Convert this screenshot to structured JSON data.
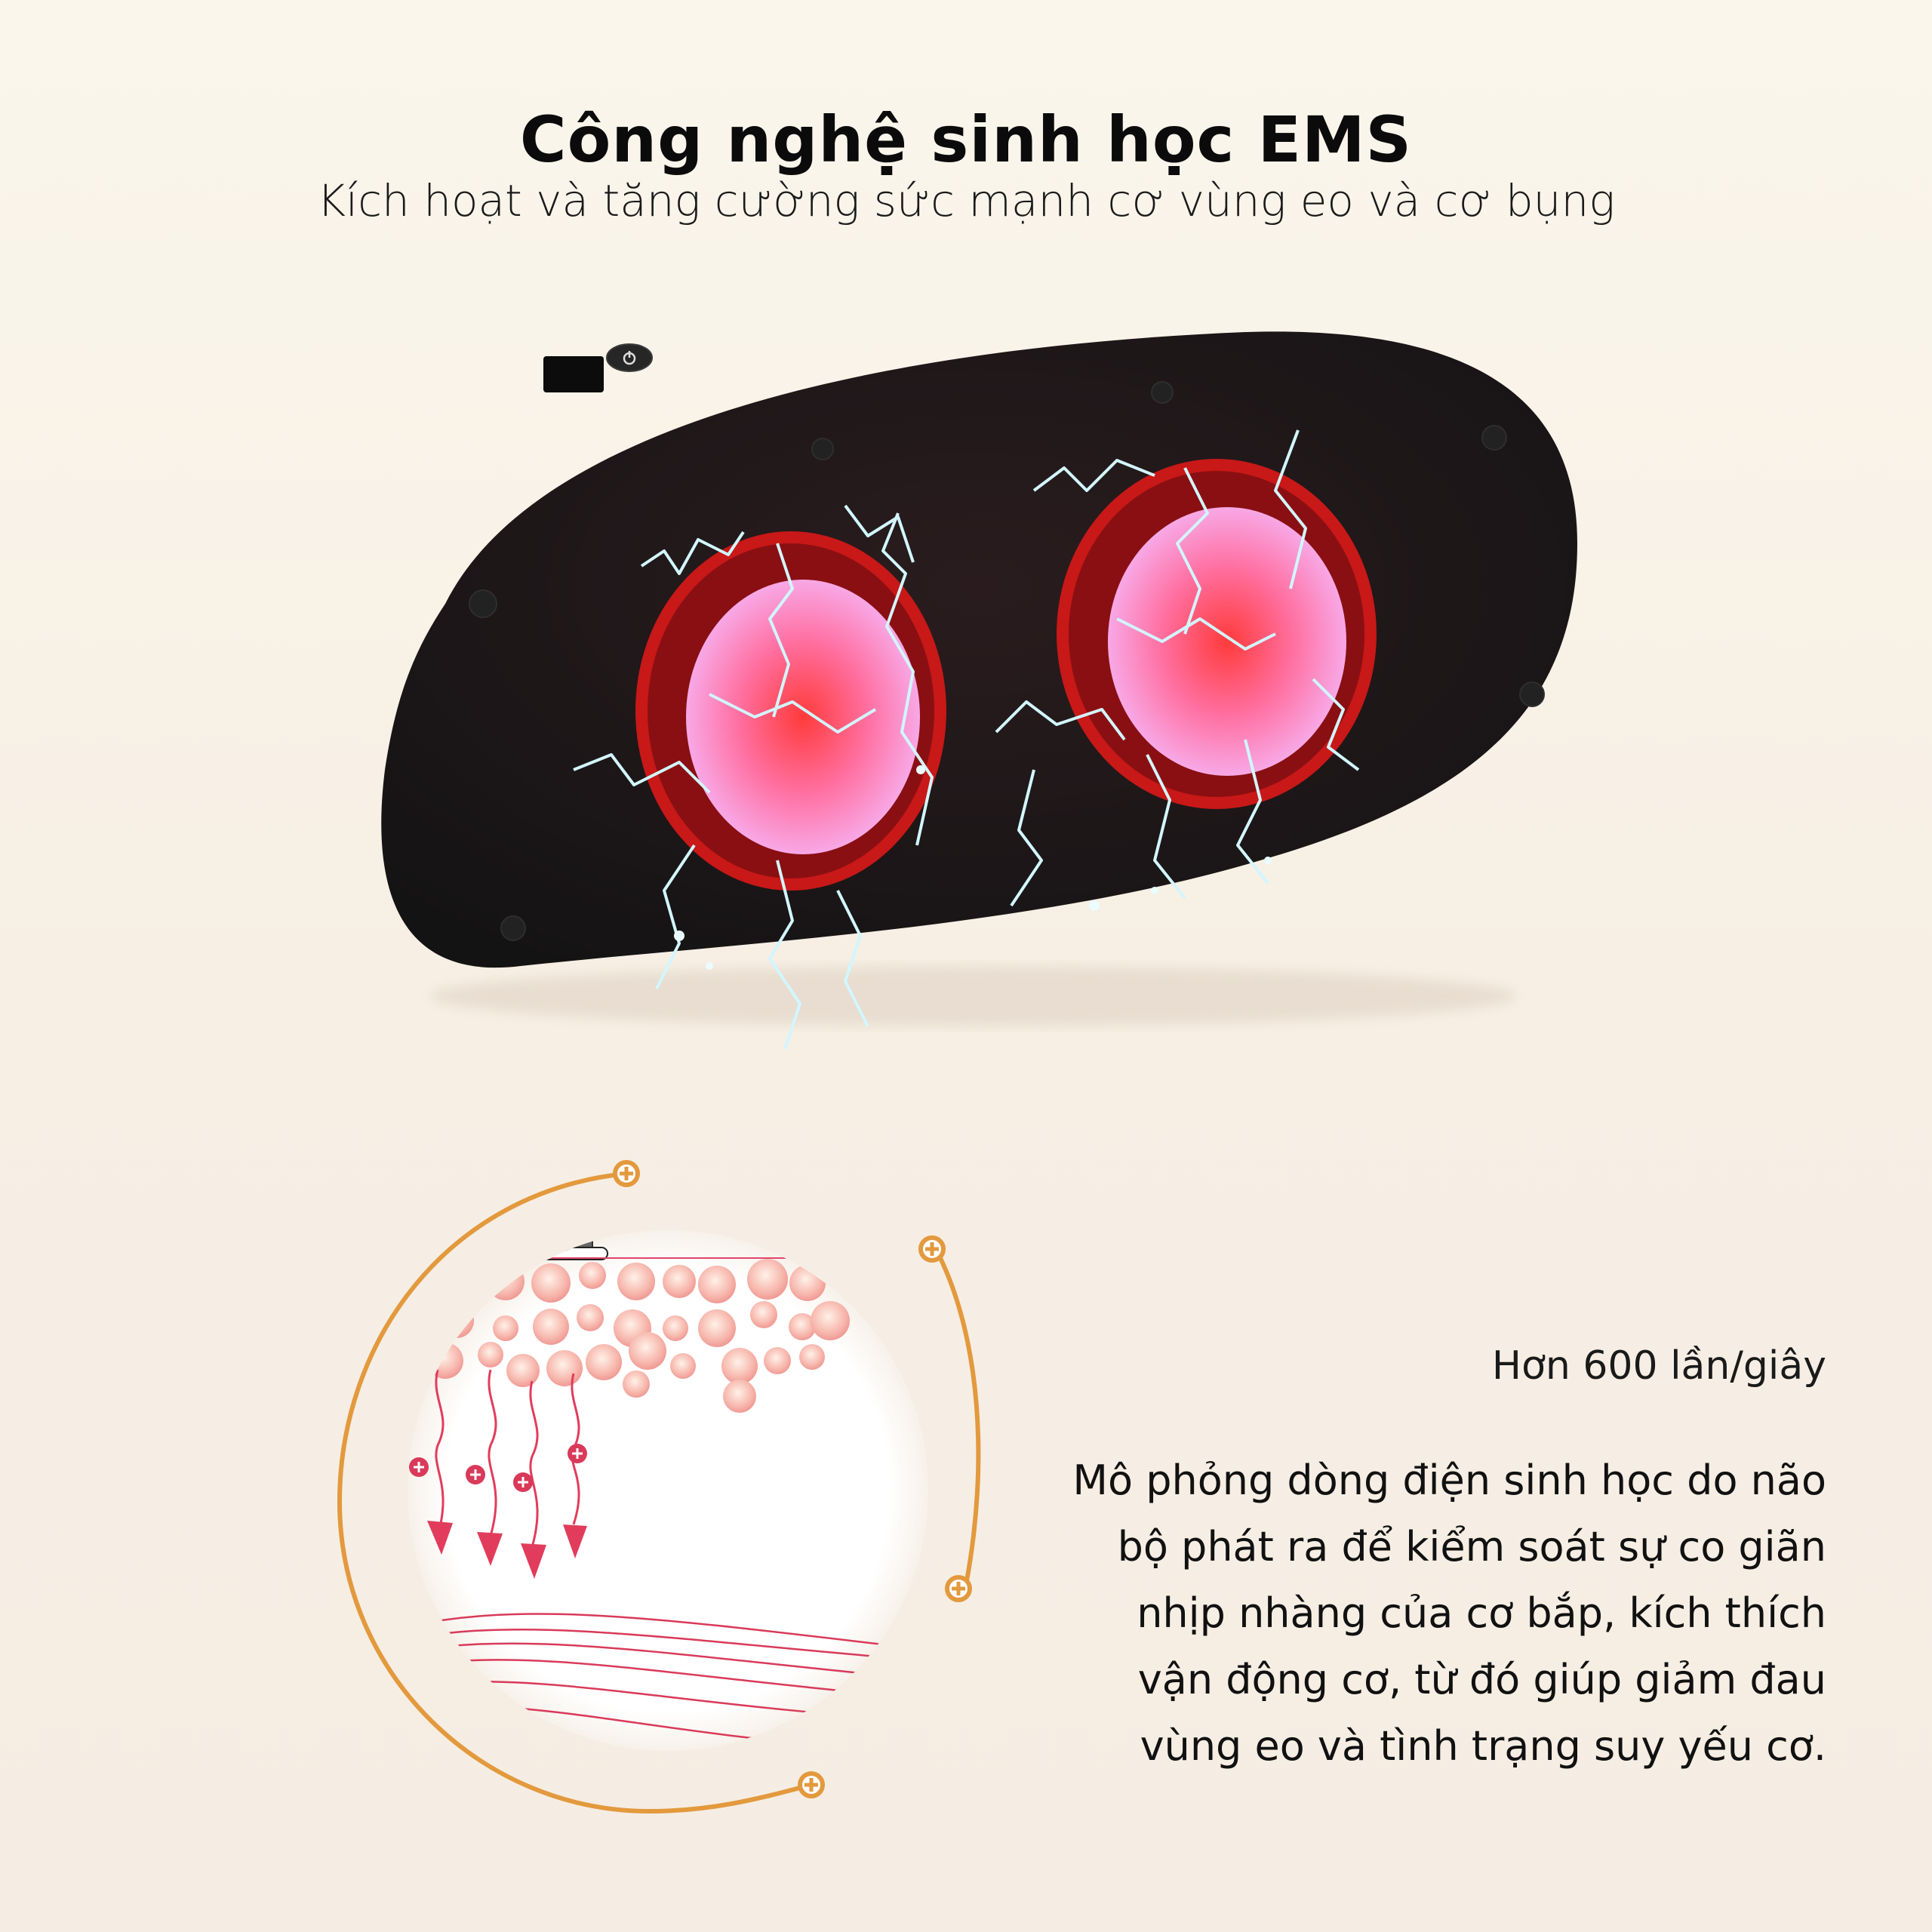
{
  "header": {
    "title": "Công nghệ sinh học EMS",
    "subtitle": "Kích hoạt và tăng cường sức mạnh cơ vùng eo và cơ bụng"
  },
  "device_image": {
    "description": "Black EMS waist massager with two red glowing electrode pads and lightning effects",
    "power_icon": "power-icon"
  },
  "diagram": {
    "description": "EMS electrode over skin cells with current arrows into muscle fibers",
    "orbit_color": "#e59a3c",
    "cell_color": "#f2a7a0",
    "arrow_color": "#e23c5c"
  },
  "info": {
    "frequency": "Hơn 600 lần/giây",
    "description_lines": [
      "Mô phỏng dòng điện sinh học do não",
      "bộ phát ra để kiểm soát sự co giãn",
      "nhịp nhàng của cơ bắp, kích thích",
      "vận động cơ, từ đó giúp giảm đau",
      "vùng eo và tình trạng suy yếu cơ."
    ]
  },
  "colors": {
    "background": "#f7efe4",
    "text": "#111111",
    "device_body": "#1c1a1b",
    "pad_red": "#d81e1e",
    "pad_pink": "#ff8fc4",
    "lightning": "#c8f4ff"
  }
}
